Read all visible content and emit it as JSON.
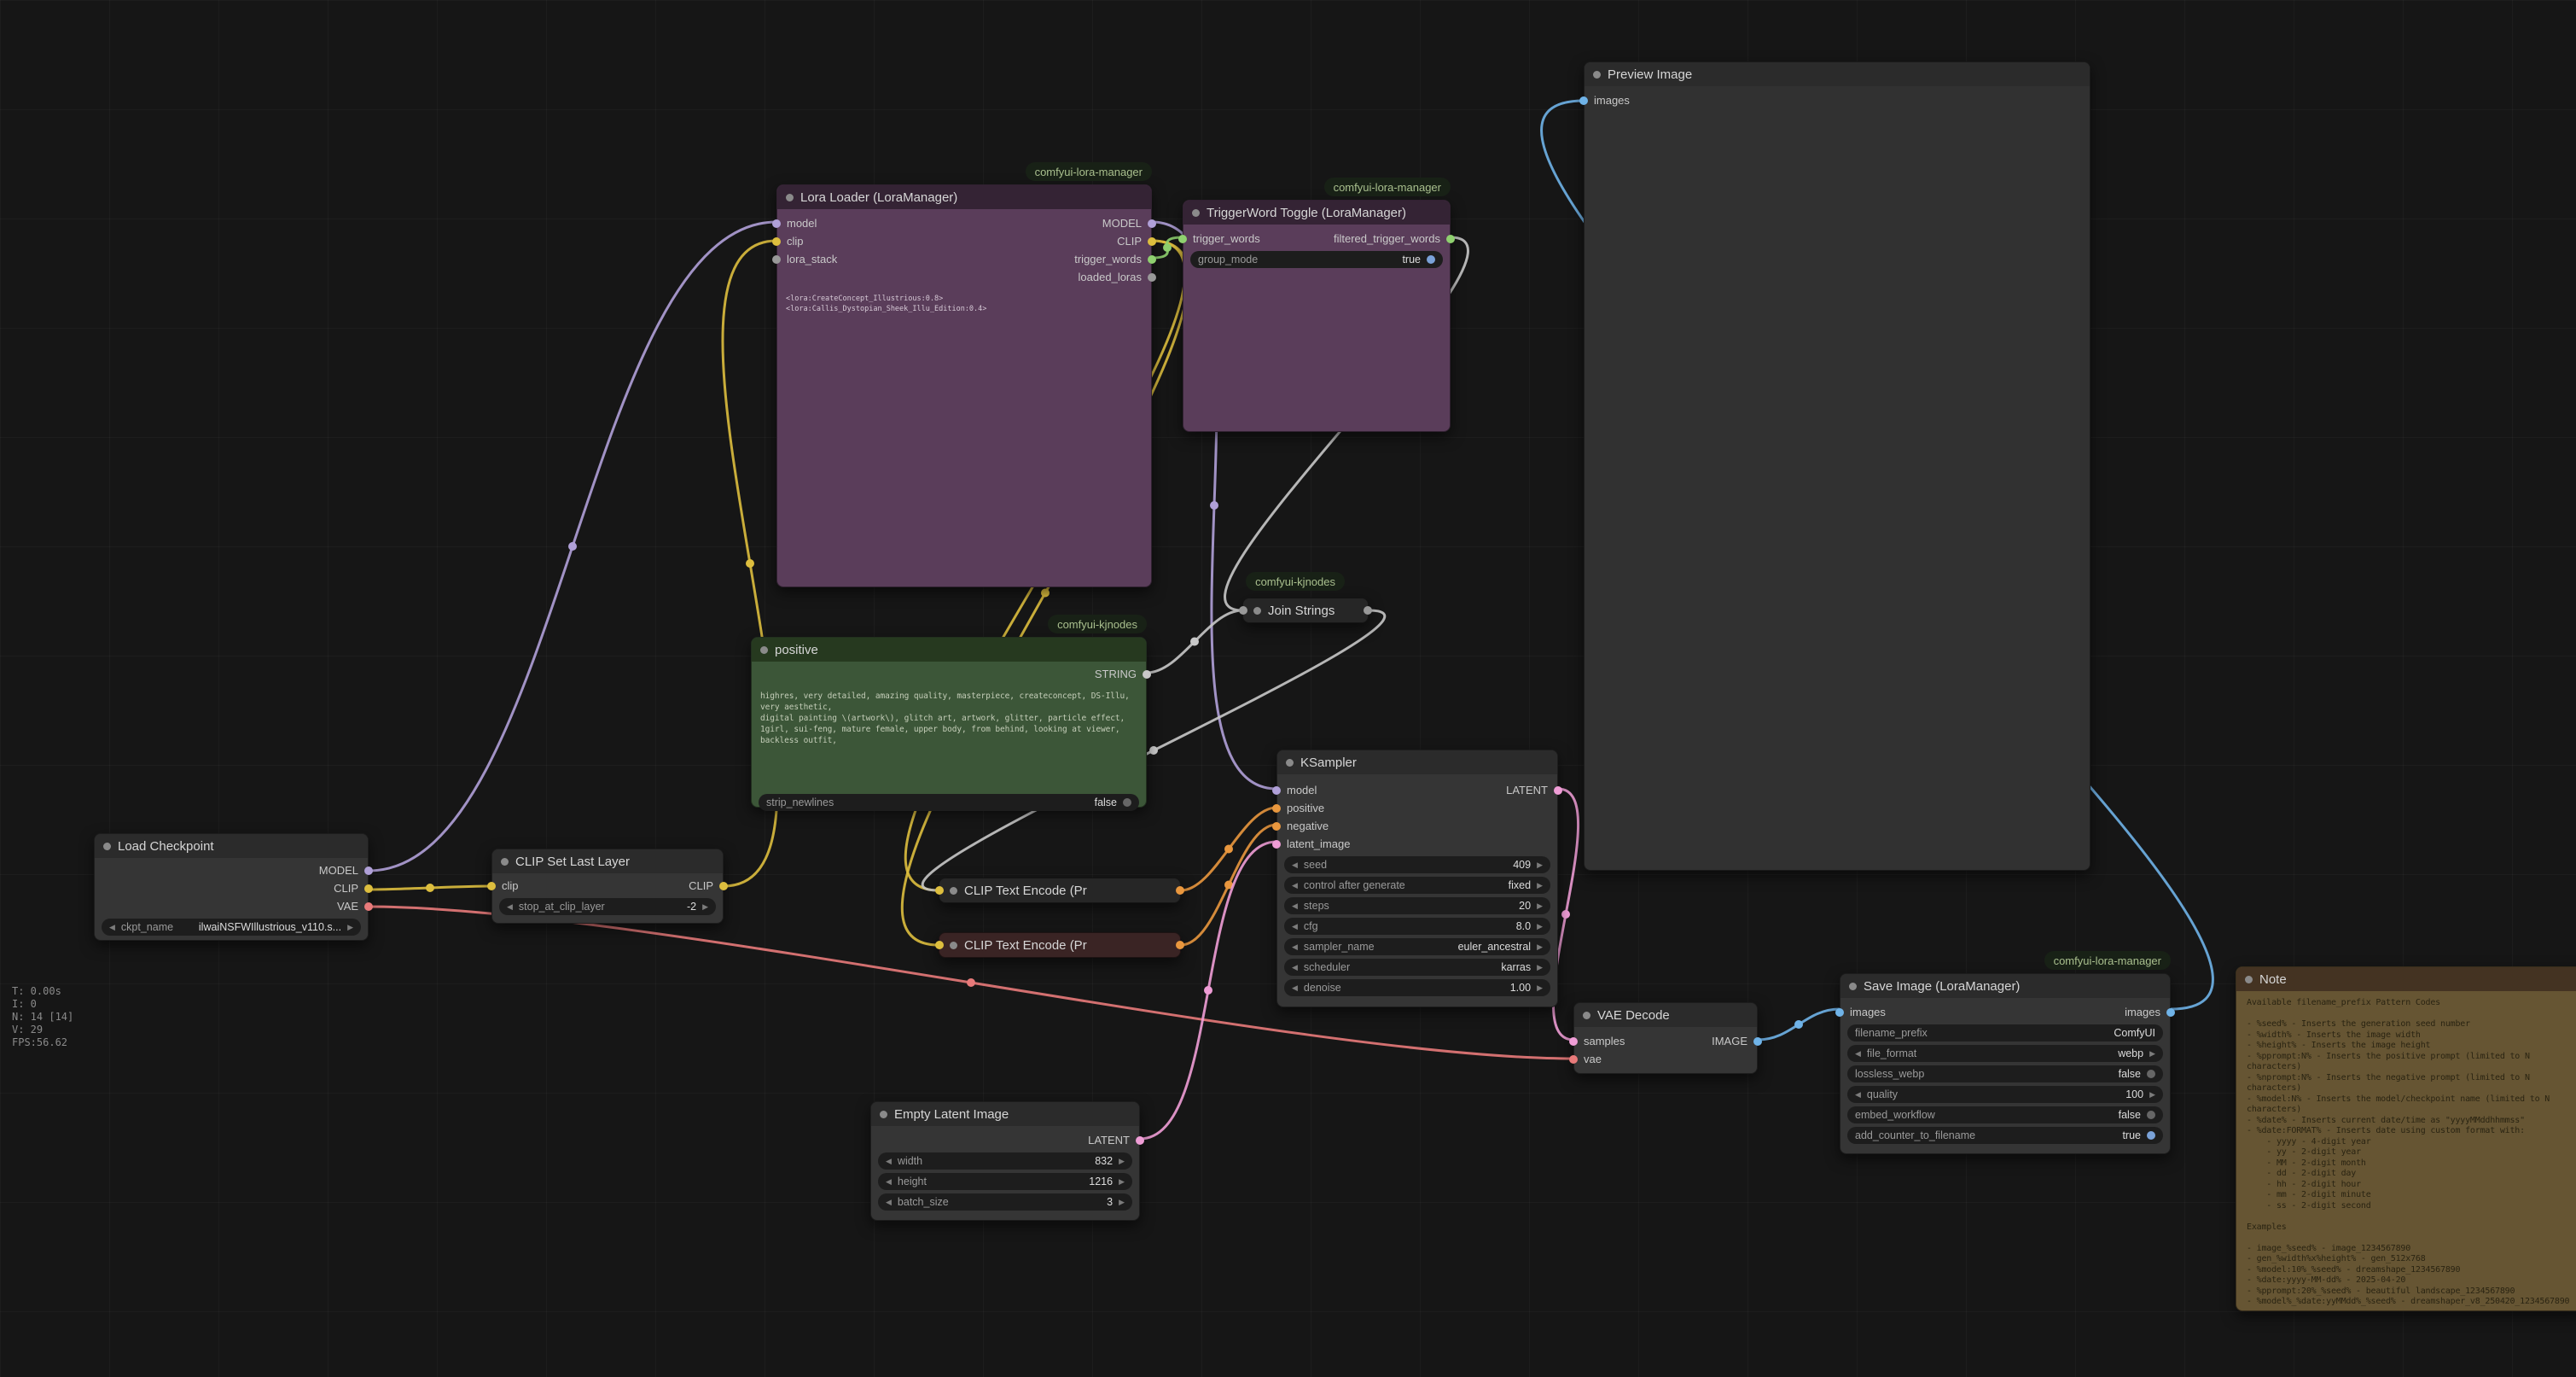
{
  "canvas": {
    "stats": [
      "T: 0.00s",
      "I: 0",
      "N: 14 [14]",
      "V: 29",
      "FPS:56.62"
    ]
  },
  "badges": {
    "lora_manager": "comfyui-lora-manager",
    "kjnodes": "comfyui-kjnodes"
  },
  "colors": {
    "model": "#B0A0D8",
    "clip": "#DDBE3E",
    "vae": "#E87A7A",
    "conditioning": "#E9973E",
    "latent": "#EF9DD6",
    "image": "#6FB3E8",
    "string": "#C8C8C8",
    "trigger": "#8FD06F",
    "misc": "#999999",
    "toggle_on": "#7AA2D8",
    "toggle_off": "#666666"
  },
  "nodes": {
    "load_checkpoint": {
      "title": "Load Checkpoint",
      "outputs": [
        "MODEL",
        "CLIP",
        "VAE"
      ],
      "widgets": [
        {
          "label": "ckpt_name",
          "value": "ilwaiNSFWIllustrious_v110.s..."
        }
      ]
    },
    "clip_set_last_layer": {
      "title": "CLIP Set Last Layer",
      "inputs": [
        "clip"
      ],
      "outputs": [
        "CLIP"
      ],
      "widgets": [
        {
          "label": "stop_at_clip_layer",
          "value": "-2"
        }
      ]
    },
    "lora_loader": {
      "title": "Lora Loader (LoraManager)",
      "inputs": [
        "model",
        "clip",
        "lora_stack"
      ],
      "outputs": [
        "MODEL",
        "CLIP",
        "trigger_words",
        "loaded_loras"
      ],
      "text": "<lora:CreateConcept_Illustrious:0.8> <lora:Callis_Dystopian_Sheek_Illu_Edition:0.4>"
    },
    "triggerword_toggle": {
      "title": "TriggerWord Toggle (LoraManager)",
      "inputs": [
        "trigger_words"
      ],
      "outputs": [
        "filtered_trigger_words"
      ],
      "widgets": [
        {
          "label": "group_mode",
          "value": "true"
        }
      ]
    },
    "positive": {
      "title": "positive",
      "outputs": [
        "STRING"
      ],
      "text": "highres, very detailed, amazing quality, masterpiece, createconcept, DS-Illu,\nvery aesthetic,\ndigital painting \\(artwork\\), glitch art, artwork, glitter, particle effect,\n1girl, sui-feng, mature female, upper body, from behind, looking at viewer, backless outfit,",
      "widgets": [
        {
          "label": "strip_newlines",
          "value": "false"
        }
      ]
    },
    "join_strings": {
      "title": "Join Strings"
    },
    "clip_text_encode_pos": {
      "title": "CLIP Text Encode (Pr"
    },
    "clip_text_encode_neg": {
      "title": "CLIP Text Encode (Pr"
    },
    "ksampler": {
      "title": "KSampler",
      "inputs": [
        "model",
        "positive",
        "negative",
        "latent_image"
      ],
      "outputs": [
        "LATENT"
      ],
      "widgets": [
        {
          "label": "seed",
          "value": "409"
        },
        {
          "label": "control after generate",
          "value": "fixed"
        },
        {
          "label": "steps",
          "value": "20"
        },
        {
          "label": "cfg",
          "value": "8.0"
        },
        {
          "label": "sampler_name",
          "value": "euler_ancestral"
        },
        {
          "label": "scheduler",
          "value": "karras"
        },
        {
          "label": "denoise",
          "value": "1.00"
        }
      ]
    },
    "empty_latent": {
      "title": "Empty Latent Image",
      "outputs": [
        "LATENT"
      ],
      "widgets": [
        {
          "label": "width",
          "value": "832"
        },
        {
          "label": "height",
          "value": "1216"
        },
        {
          "label": "batch_size",
          "value": "3"
        }
      ]
    },
    "vae_decode": {
      "title": "VAE Decode",
      "inputs": [
        "samples",
        "vae"
      ],
      "outputs": [
        "IMAGE"
      ]
    },
    "save_image": {
      "title": "Save Image (LoraManager)",
      "inputs": [
        "images"
      ],
      "outputs": [
        "images"
      ],
      "widgets": [
        {
          "label": "filename_prefix",
          "value": "ComfyUI"
        },
        {
          "label": "file_format",
          "value": "webp"
        },
        {
          "label": "lossless_webp",
          "value": "false"
        },
        {
          "label": "quality",
          "value": "100"
        },
        {
          "label": "embed_workflow",
          "value": "false"
        },
        {
          "label": "add_counter_to_filename",
          "value": "true"
        }
      ]
    },
    "preview_image": {
      "title": "Preview Image",
      "inputs": [
        "images"
      ]
    },
    "note": {
      "title": "Note",
      "text": "Available filename_prefix Pattern Codes\n\n- %seed% - Inserts the generation seed number\n- %width% - Inserts the image width\n- %height% - Inserts the image height\n- %pprompt:N% - Inserts the positive prompt (limited to N characters)\n- %nprompt:N% - Inserts the negative prompt (limited to N characters)\n- %model:N% - Inserts the model/checkpoint name (limited to N characters)\n- %date% - Inserts current date/time as \"yyyyMMddhhmmss\"\n- %date:FORMAT% - Inserts date using custom format with:\n    - yyyy - 4-digit year\n    - yy - 2-digit year\n    - MM - 2-digit month\n    - dd - 2-digit day\n    - hh - 2-digit hour\n    - mm - 2-digit minute\n    - ss - 2-digit second\n\nExamples\n\n- image_%seed% - image_1234567890\n- gen_%width%x%height% - gen_512x768\n- %model:10%_%seed% - dreamshape_1234567890\n- %date:yyyy-MM-dd% - 2025-04-20\n- %pprompt:20%_%seed% - beautiful landscape_1234567890\n- %model%_%date:yyMMdd%_%seed% - dreamshaper_v8_250420_1234567890\n\nYou can combine multiple patterns to create detailed, organized filenames for you"
    }
  },
  "wires": [
    {
      "name": "checkpoint-model-to-lora",
      "type": "model",
      "p": [
        432,
        1020,
        910,
        260
      ]
    },
    {
      "name": "checkpoint-clip-to-cliplayer",
      "type": "clip",
      "p": [
        432,
        1042,
        576,
        1038
      ]
    },
    {
      "name": "checkpoint-vae-to-vaedecode",
      "type": "vae",
      "p": [
        432,
        1062,
        1844,
        1240
      ]
    },
    {
      "name": "cliplayer-to-lora-clip",
      "type": "clip",
      "p": [
        848,
        1038,
        910,
        282
      ]
    },
    {
      "name": "lora-model-to-ksampler",
      "type": "model",
      "p": [
        1350,
        260,
        1496,
        924
      ]
    },
    {
      "name": "lora-clip-to-positive-encode",
      "type": "clip",
      "p": [
        1350,
        282,
        1100,
        1043
      ]
    },
    {
      "name": "lora-clip-to-negative-encode",
      "type": "clip",
      "p": [
        1350,
        282,
        1100,
        1107
      ]
    },
    {
      "name": "lora-triggerwords-to-toggle",
      "type": "trigger",
      "p": [
        1350,
        302,
        1386,
        278
      ]
    },
    {
      "name": "toggle-to-joinstrings",
      "type": "string",
      "p": [
        1700,
        278,
        1456,
        715
      ]
    },
    {
      "name": "positive-string-to-joinstrings",
      "type": "string",
      "p": [
        1344,
        788,
        1456,
        715
      ]
    },
    {
      "name": "joinstrings-to-positive-encode",
      "type": "string",
      "p": [
        1604,
        715,
        1100,
        1043
      ]
    },
    {
      "name": "positive-encode-to-ksampler",
      "type": "conditioning",
      "p": [
        1384,
        1043,
        1496,
        946
      ]
    },
    {
      "name": "negative-encode-to-ksampler",
      "type": "conditioning",
      "p": [
        1384,
        1107,
        1496,
        966
      ]
    },
    {
      "name": "emptylatent-to-ksampler",
      "type": "latent",
      "p": [
        1336,
        1334,
        1496,
        986
      ]
    },
    {
      "name": "ksampler-to-vaedecode",
      "type": "latent",
      "p": [
        1826,
        924,
        1844,
        1218
      ]
    },
    {
      "name": "vaedecode-to-saveimage",
      "type": "image",
      "p": [
        2060,
        1218,
        2156,
        1182
      ]
    },
    {
      "name": "saveimage-to-preview",
      "type": "image",
      "p": [
        2544,
        1182,
        1856,
        118
      ]
    }
  ]
}
